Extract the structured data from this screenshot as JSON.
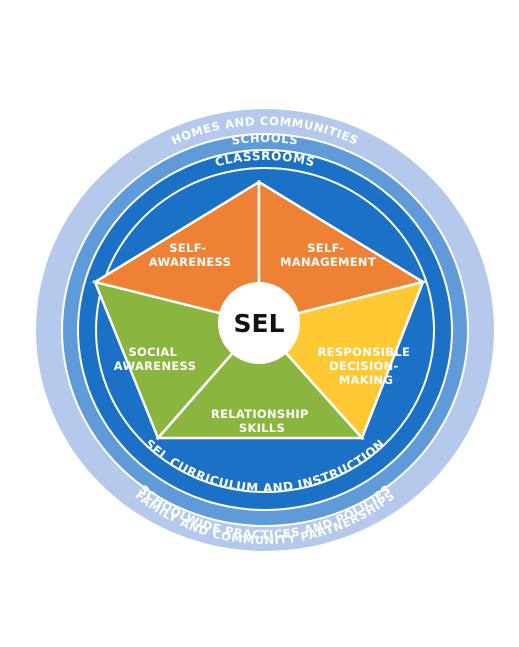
{
  "rings": {
    "outer_top": "HOMES AND COMMUNITIES",
    "outer_bottom": "FAMILY AND COMMUNITY PARTNERSHIPS",
    "middle_top": "SCHOOLS",
    "middle_bottom": "SCHOOLWIDE PRACTICES AND POLICIES",
    "inner_top": "CLASSROOMS",
    "inner_bottom": "SEL CURRICULUM AND INSTRUCTION"
  },
  "center": {
    "label": "SEL"
  },
  "segments": {
    "self_awareness": [
      "SELF-",
      "AWARENESS"
    ],
    "self_management": [
      "SELF-",
      "MANAGEMENT"
    ],
    "responsible_decision_making": [
      "RESPONSIBLE",
      "DECISION-",
      "MAKING"
    ],
    "relationship_skills": [
      "RELATIONSHIP",
      "SKILLS"
    ],
    "social_awareness": [
      "SOCIAL",
      "AWARENESS"
    ]
  },
  "colors": {
    "outer_ring": "#b4c9ec",
    "middle_ring": "#5f9ad9",
    "inner_ring": "#1a71c5",
    "ring_separator": "#ffffff",
    "self_awareness": "#ef8134",
    "self_management": "#ef8134",
    "responsible_decision_making": "#fec933",
    "relationship_skills": "#8ab53e",
    "social_awareness": "#8ab53e",
    "center_fill": "#ffffff",
    "center_text": "#111111"
  }
}
